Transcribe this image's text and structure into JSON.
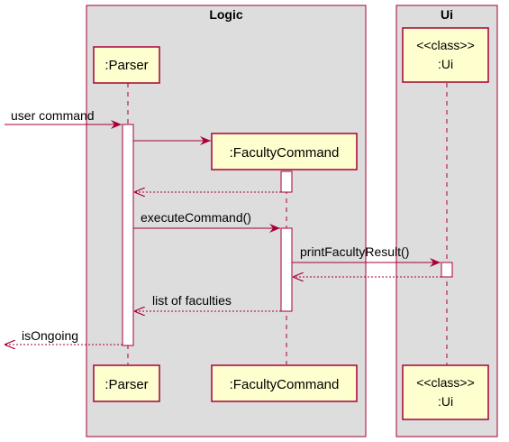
{
  "diagram": {
    "boxes": [
      {
        "id": "logic",
        "title": "Logic"
      },
      {
        "id": "ui",
        "title": "Ui"
      }
    ],
    "participants": {
      "parser": {
        "name": ":Parser"
      },
      "faculty_command": {
        "name": ":FacultyCommand"
      },
      "ui": {
        "stereotype": "<<class>>",
        "name": ":Ui"
      }
    },
    "messages": [
      {
        "id": "user_command",
        "label": "user command",
        "kind": "sync"
      },
      {
        "id": "create_faculty_command",
        "label": "",
        "kind": "create"
      },
      {
        "id": "return_faculty_command",
        "label": "",
        "kind": "return"
      },
      {
        "id": "execute_command",
        "label": "executeCommand()",
        "kind": "sync"
      },
      {
        "id": "print_faculty_result",
        "label": "printFacultyResult()",
        "kind": "sync"
      },
      {
        "id": "return_print",
        "label": "",
        "kind": "return"
      },
      {
        "id": "list_of_faculties",
        "label": "list of faculties",
        "kind": "return"
      },
      {
        "id": "is_ongoing",
        "label": "isOngoing",
        "kind": "return"
      }
    ],
    "colors": {
      "box_fill": "#DDDDDD",
      "box_border": "#A80036",
      "participant_fill": "#FEFECE",
      "participant_border": "#A80036",
      "arrow": "#A80036",
      "lifeline": "#A80036"
    }
  }
}
